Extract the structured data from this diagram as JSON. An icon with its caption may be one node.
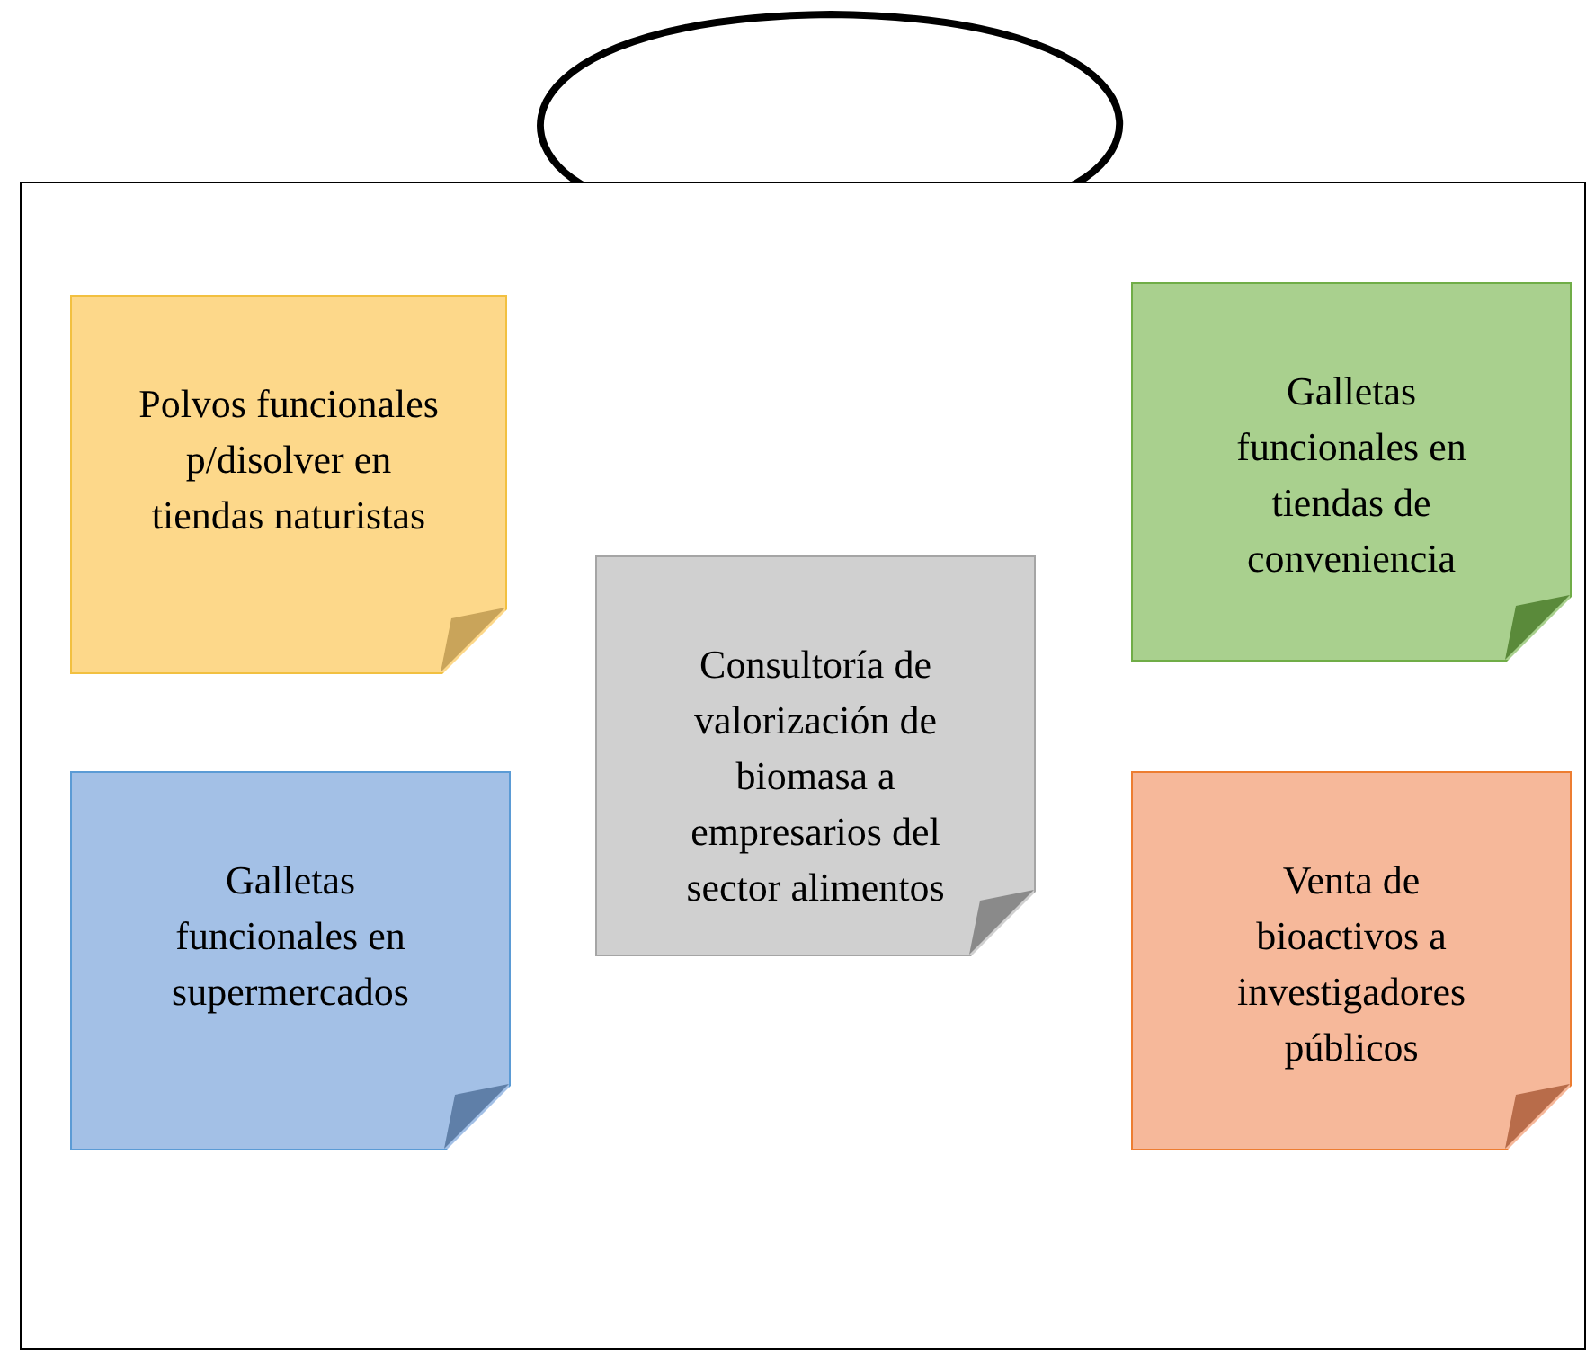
{
  "diagram": {
    "nodes": [
      {
        "text": [],
        "shape": "box"
      },
      {
        "text": [
          "Polvos funcionales p/disolver en tiendas naturistas"
        ],
        "in": 0
      },
      {
        "text": [
          "Galletas funcionales en tiendas de conveniencia"
        ],
        "in": 0
      },
      {
        "text": [
          "Consultoría de valorización de biomasa a empresarios del sector alimentos"
        ],
        "in": 0
      },
      {
        "text": [
          "Galletas funcionales en supermercados"
        ],
        "in": 0
      },
      {
        "text": [
          "Venta de bioactivos a investigadores públicos"
        ],
        "in": 0
      }
    ]
  }
}
